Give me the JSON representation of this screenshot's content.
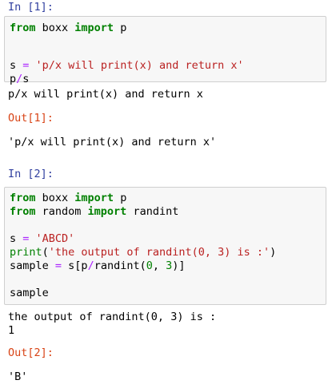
{
  "cells": [
    {
      "in_prompt": "In [1]:",
      "code_lines": [
        [
          {
            "t": "from",
            "c": "kw"
          },
          {
            "t": " boxx ",
            "c": ""
          },
          {
            "t": "import",
            "c": "kw"
          },
          {
            "t": " p",
            "c": ""
          }
        ],
        [],
        [
          {
            "t": "s ",
            "c": ""
          },
          {
            "t": "=",
            "c": "op"
          },
          {
            "t": " ",
            "c": ""
          },
          {
            "t": "'p/x will print(x) and return x'",
            "c": "str"
          }
        ],
        [
          {
            "t": "p",
            "c": ""
          },
          {
            "t": "/",
            "c": "op"
          },
          {
            "t": "s",
            "c": ""
          }
        ]
      ],
      "stdout_lines": [
        "p/x will print(x) and return x"
      ],
      "out_prompt": "Out[1]:",
      "result": "'p/x will print(x) and return x'"
    },
    {
      "in_prompt": "In [2]:",
      "code_lines": [
        [
          {
            "t": "from",
            "c": "kw"
          },
          {
            "t": " boxx ",
            "c": ""
          },
          {
            "t": "import",
            "c": "kw"
          },
          {
            "t": " p",
            "c": ""
          }
        ],
        [
          {
            "t": "from",
            "c": "kw"
          },
          {
            "t": " random ",
            "c": ""
          },
          {
            "t": "import",
            "c": "kw"
          },
          {
            "t": " randint",
            "c": ""
          }
        ],
        [],
        [
          {
            "t": "s ",
            "c": ""
          },
          {
            "t": "=",
            "c": "op"
          },
          {
            "t": " ",
            "c": ""
          },
          {
            "t": "'ABCD'",
            "c": "str"
          }
        ],
        [
          {
            "t": "print",
            "c": "builtin"
          },
          {
            "t": "(",
            "c": ""
          },
          {
            "t": "'the output of randint(0, 3) is :'",
            "c": "str"
          },
          {
            "t": ")",
            "c": ""
          }
        ],
        [
          {
            "t": "sample ",
            "c": ""
          },
          {
            "t": "=",
            "c": "op"
          },
          {
            "t": " s[p",
            "c": ""
          },
          {
            "t": "/",
            "c": "op"
          },
          {
            "t": "randint(",
            "c": ""
          },
          {
            "t": "0",
            "c": "num"
          },
          {
            "t": ", ",
            "c": ""
          },
          {
            "t": "3",
            "c": "num"
          },
          {
            "t": ")]",
            "c": ""
          }
        ],
        [],
        [
          {
            "t": "sample",
            "c": ""
          }
        ]
      ],
      "stdout_lines": [
        "the output of randint(0, 3) is :",
        "1"
      ],
      "out_prompt": "Out[2]:",
      "result": "'B'"
    }
  ],
  "colors": {
    "in_prompt": "#303f9f",
    "out_prompt": "#d84315",
    "keyword": "#008000",
    "string": "#ba2121",
    "cell_background": "#f7f7f7"
  }
}
